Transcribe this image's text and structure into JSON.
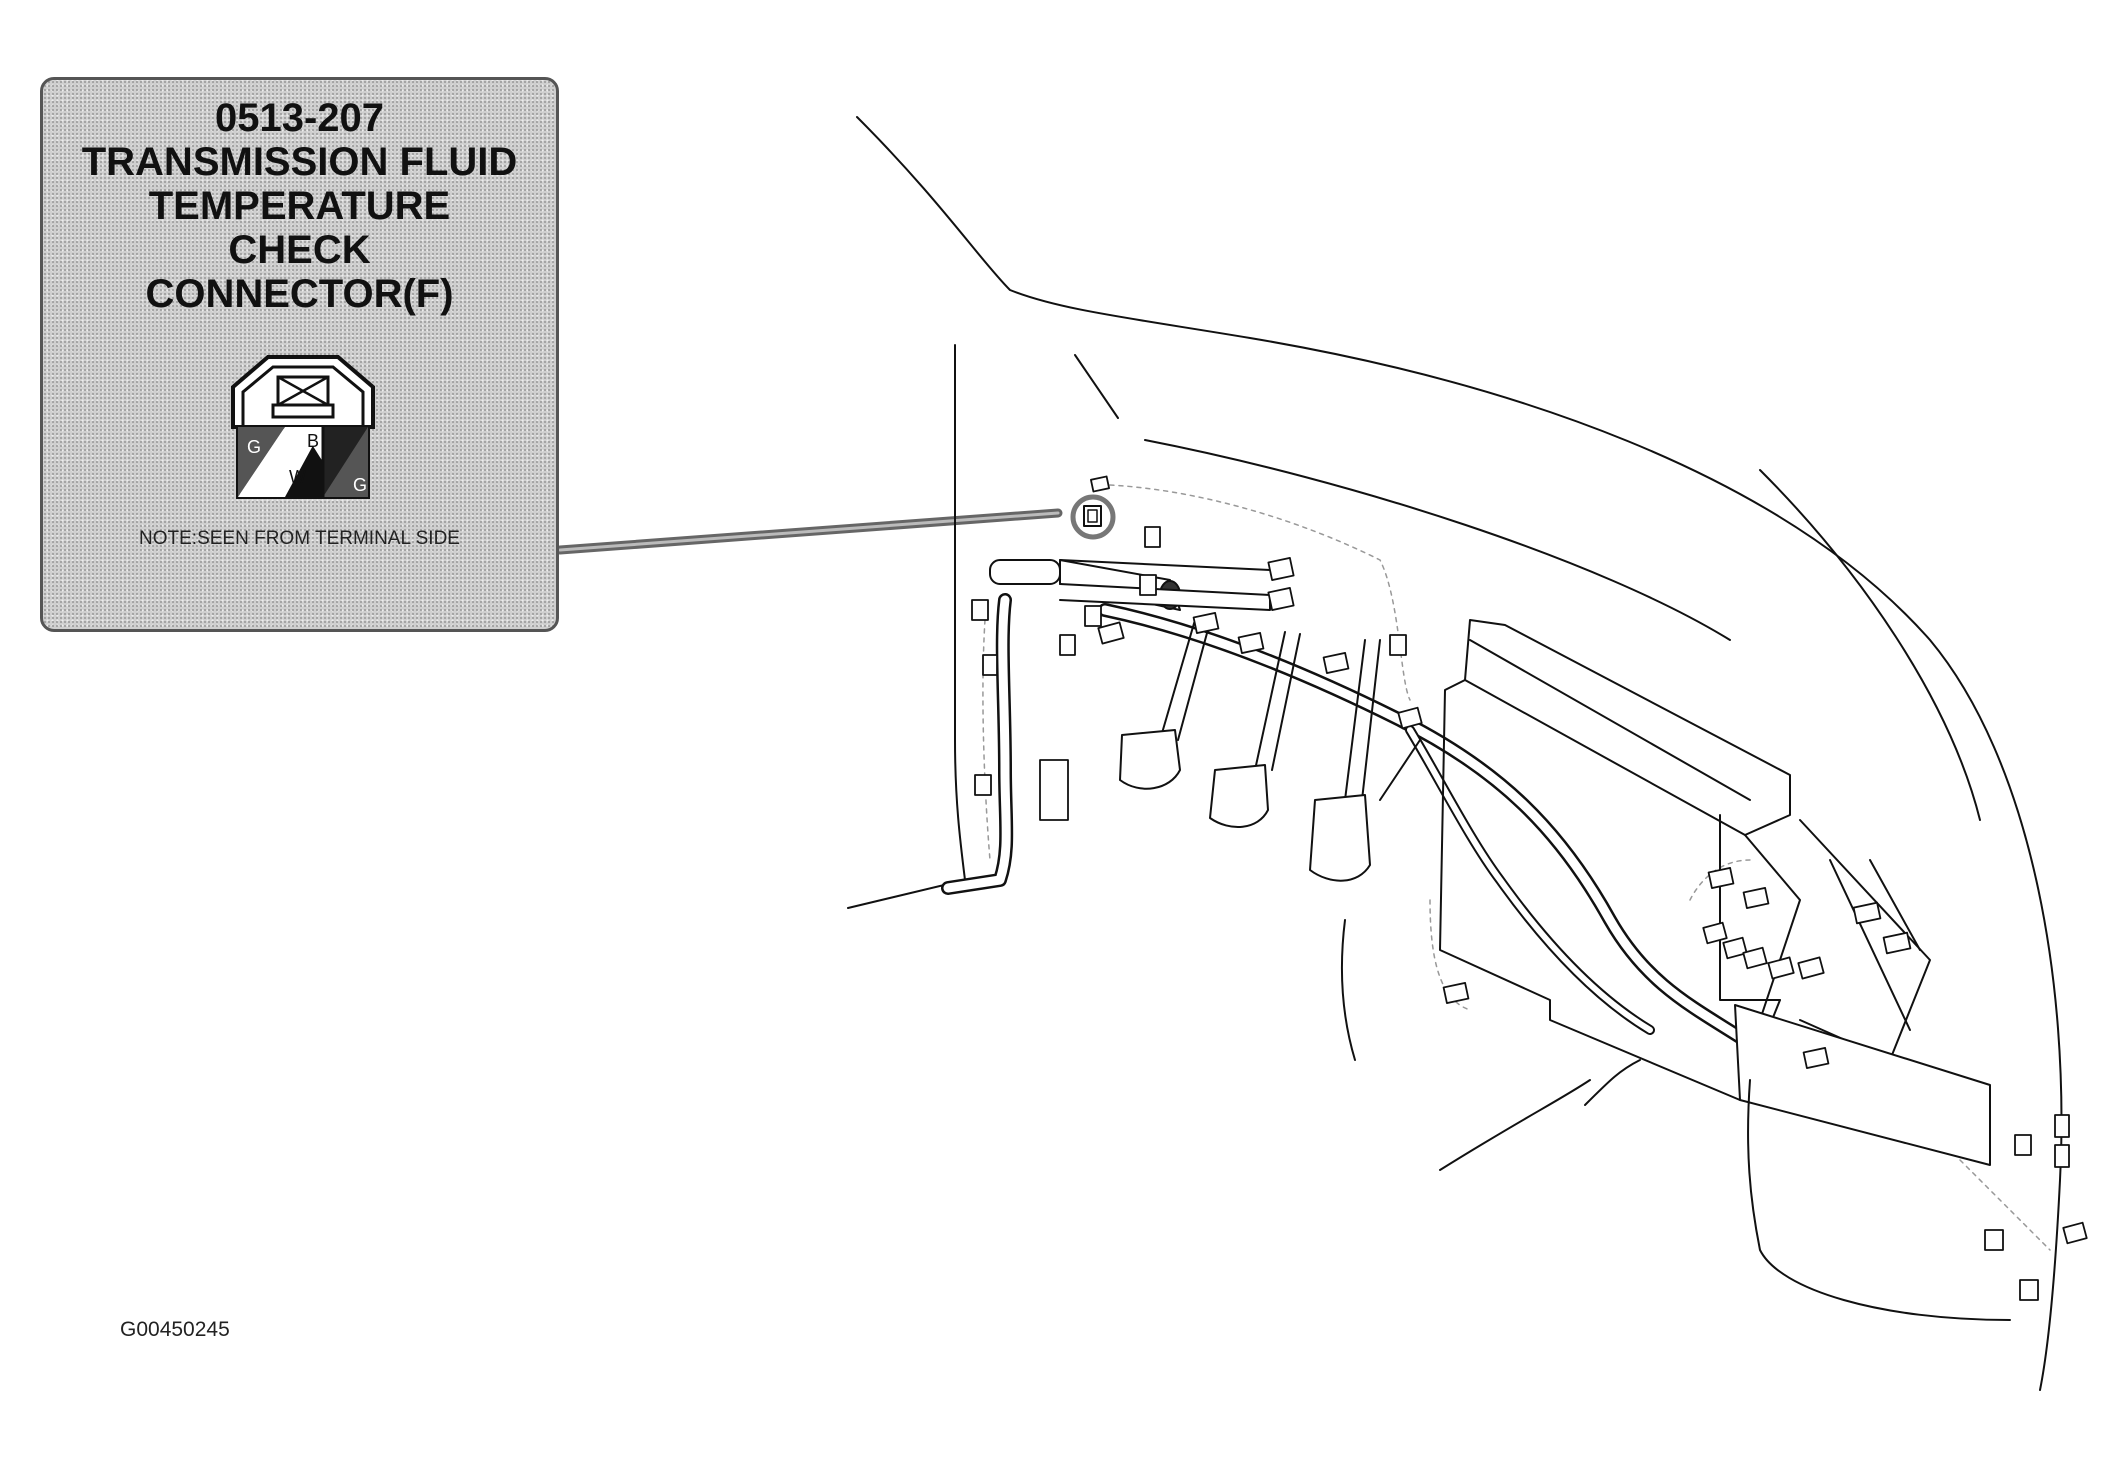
{
  "callout": {
    "code": "0513-207",
    "title_lines": [
      "TRANSMISSION FLUID",
      "TEMPERATURE",
      "CHECK",
      "CONNECTOR(F)"
    ],
    "note": "NOTE:SEEN FROM TERMINAL SIDE",
    "pins": {
      "left": "G",
      "middle_bottom": "W",
      "middle_top": "B",
      "right": "G"
    }
  },
  "diagram_id": "G00450245",
  "colors": {
    "line": "#111111",
    "callout_border": "#555555",
    "leader": "#777777"
  },
  "icons": [
    "connector-icon",
    "harness-connector-icon",
    "brake-pedal-icon",
    "clutch-pedal-icon",
    "accelerator-pedal-icon"
  ]
}
